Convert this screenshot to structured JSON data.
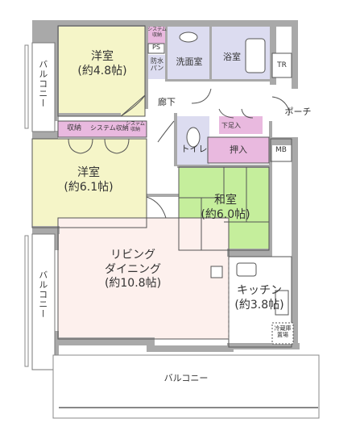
{
  "rooms": {
    "western_north": {
      "name": "洋室",
      "area": "(約4.8帖)"
    },
    "western_south": {
      "name": "洋室",
      "area": "(約6.1帖)"
    },
    "japanese": {
      "name": "和室",
      "area": "(約6.0帖)"
    },
    "living": {
      "line1": "リビング",
      "line2": "ダイニング",
      "area": "(約10.8帖)"
    },
    "kitchen": {
      "name": "キッチン",
      "area": "(約3.8帖)"
    },
    "washroom": "洗面室",
    "bathroom": "浴室",
    "hallway": "廊下",
    "toilet": "トイレ",
    "porch": "ポーチ",
    "tr": "TR",
    "mb": "MB"
  },
  "storage": {
    "closet_west": "収納",
    "system_storage_1": "システム収納",
    "system_storage_2_line1": "システム",
    "system_storage_2_line2": "収納",
    "oshiire": "押入",
    "shoe_box": "下足入",
    "top_system_line1": "システム",
    "top_system_line2": "収納",
    "ps": "PS",
    "waterproof_pan_line1": "防水",
    "waterproof_pan_line2": "パン",
    "fridge_line1": "冷蔵庫",
    "fridge_line2": "置場"
  },
  "balconies": {
    "west_upper": "バルコニー",
    "west_lower": "バルコニー",
    "south": "バルコニー"
  },
  "colors": {
    "wall": "#a9a9a9",
    "western_room": "#f5f5c8",
    "japanese_room": "#c5ee9c",
    "storage": "#e9b9df",
    "wet_area": "#dcdcf0",
    "living": "#fdf0ed",
    "floor": "#ffffff",
    "line": "#555555"
  }
}
